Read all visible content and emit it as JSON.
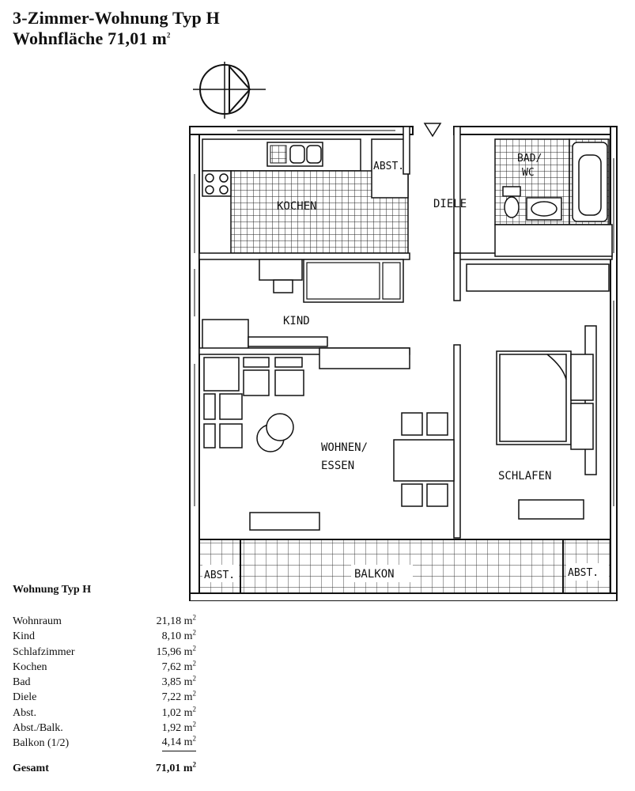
{
  "header": {
    "title_line1": "3-Zimmer-Wohnung Typ H",
    "title_line2_prefix": "Wohnfläche 71,01 m",
    "title_line2_sup": "2"
  },
  "rooms": {
    "kochen": "KOCHEN",
    "abst": "ABST.",
    "diele": "DIELE",
    "bad_1": "BAD/",
    "bad_2": "WC",
    "kind": "KIND",
    "wohnen_1": "WOHNEN/",
    "wohnen_2": "ESSEN",
    "schlafen": "SCHLAFEN",
    "balkon": "BALKON",
    "abst_left": "ABST.",
    "abst_right": "ABST."
  },
  "area_table": {
    "title": "Wohnung Typ H",
    "unit_prefix": "m",
    "unit_sup": "2",
    "rows": [
      {
        "name": "Wohnraum",
        "area": "21,18"
      },
      {
        "name": "Kind",
        "area": "8,10"
      },
      {
        "name": "Schlafzimmer",
        "area": "15,96"
      },
      {
        "name": "Kochen",
        "area": "7,62"
      },
      {
        "name": "Bad",
        "area": "3,85"
      },
      {
        "name": "Diele",
        "area": "7,22"
      },
      {
        "name": "Abst.",
        "area": "1,02"
      },
      {
        "name": "Abst./Balk.",
        "area": "1,92"
      },
      {
        "name": "Balkon (1/2)",
        "area": "4,14"
      }
    ],
    "total": {
      "name": "Gesamt",
      "area": "71,01"
    }
  }
}
